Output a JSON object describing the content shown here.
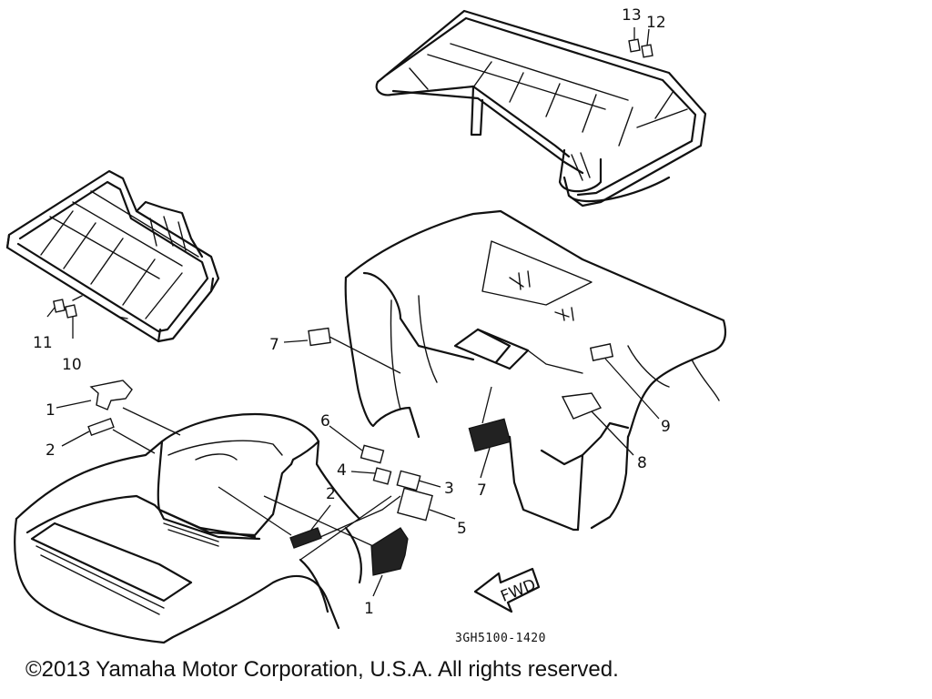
{
  "diagram": {
    "callouts": [
      {
        "id": "c13",
        "text": "13"
      },
      {
        "id": "c12",
        "text": "12"
      },
      {
        "id": "c11",
        "text": "11"
      },
      {
        "id": "c10",
        "text": "10"
      },
      {
        "id": "c7a",
        "text": "7"
      },
      {
        "id": "c1a",
        "text": "1"
      },
      {
        "id": "c2a",
        "text": "2"
      },
      {
        "id": "c6",
        "text": "6"
      },
      {
        "id": "c4",
        "text": "4"
      },
      {
        "id": "c3",
        "text": "3"
      },
      {
        "id": "c2b",
        "text": "2"
      },
      {
        "id": "c5",
        "text": "5"
      },
      {
        "id": "c7b",
        "text": "7"
      },
      {
        "id": "c8",
        "text": "8"
      },
      {
        "id": "c9",
        "text": "9"
      },
      {
        "id": "c1b",
        "text": "1"
      }
    ],
    "fwd_label": "FWD",
    "part_code": "3GH5100-1420",
    "copyright": "©2013 Yamaha Motor Corporation, U.S.A. All rights reserved."
  }
}
